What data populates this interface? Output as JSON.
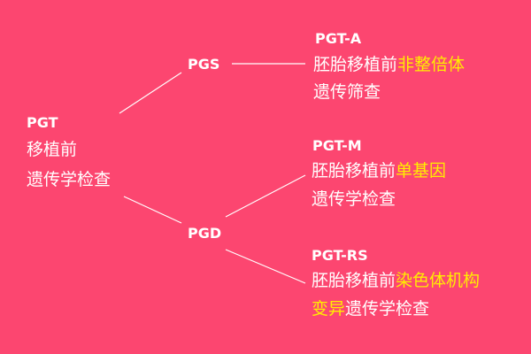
{
  "root": {
    "code": "PGT",
    "line1": "移植前",
    "line2": "遗传学检查"
  },
  "branches": {
    "pgs": "PGS",
    "pgd": "PGD"
  },
  "leaves": {
    "pgt_a": {
      "code": "PGT-A",
      "line1_plain": "胚胎移植前",
      "line1_highlight": "非整倍体",
      "line2": "遗传筛查"
    },
    "pgt_m": {
      "code": "PGT-M",
      "line1_plain": "胚胎移植前",
      "line1_highlight": "单基因",
      "line2": "遗传学检查"
    },
    "pgt_rs": {
      "code": "PGT-RS",
      "line1_plain": "胚胎移植前",
      "line1_highlight": "染色体机构",
      "line2_highlight": "变异",
      "line2_plain": "遗传学检查"
    }
  },
  "colors": {
    "background": "#fc4670",
    "text": "#ffffff",
    "highlight": "#ffee00"
  }
}
